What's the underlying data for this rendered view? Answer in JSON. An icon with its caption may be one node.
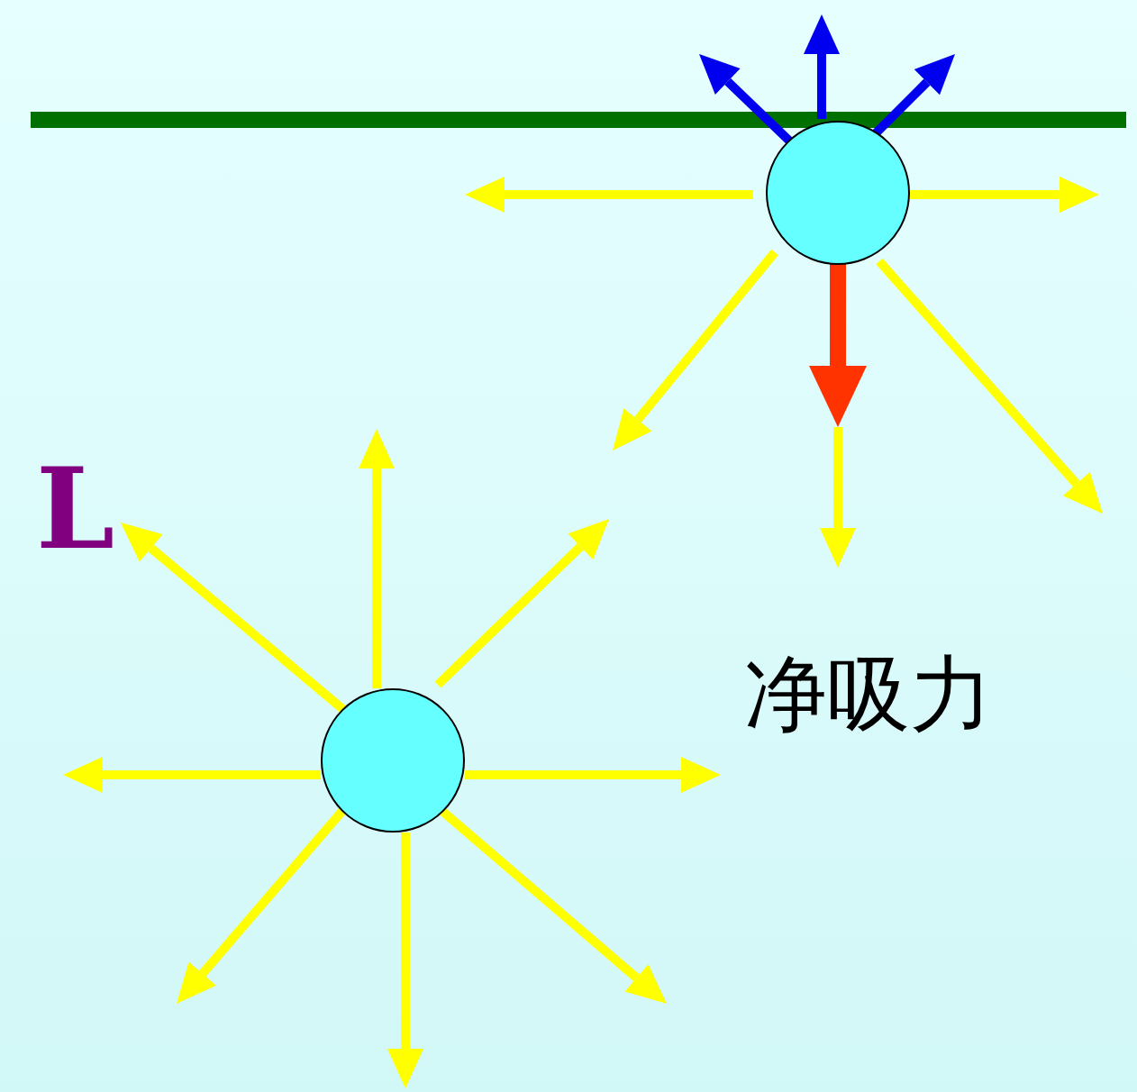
{
  "diagram": {
    "nodes": [
      {
        "text": [],
        "shape": "circle"
      },
      {
        "text": [],
        "shape": "circle"
      }
    ],
    "labels": [
      "L",
      "净吸力"
    ]
  }
}
